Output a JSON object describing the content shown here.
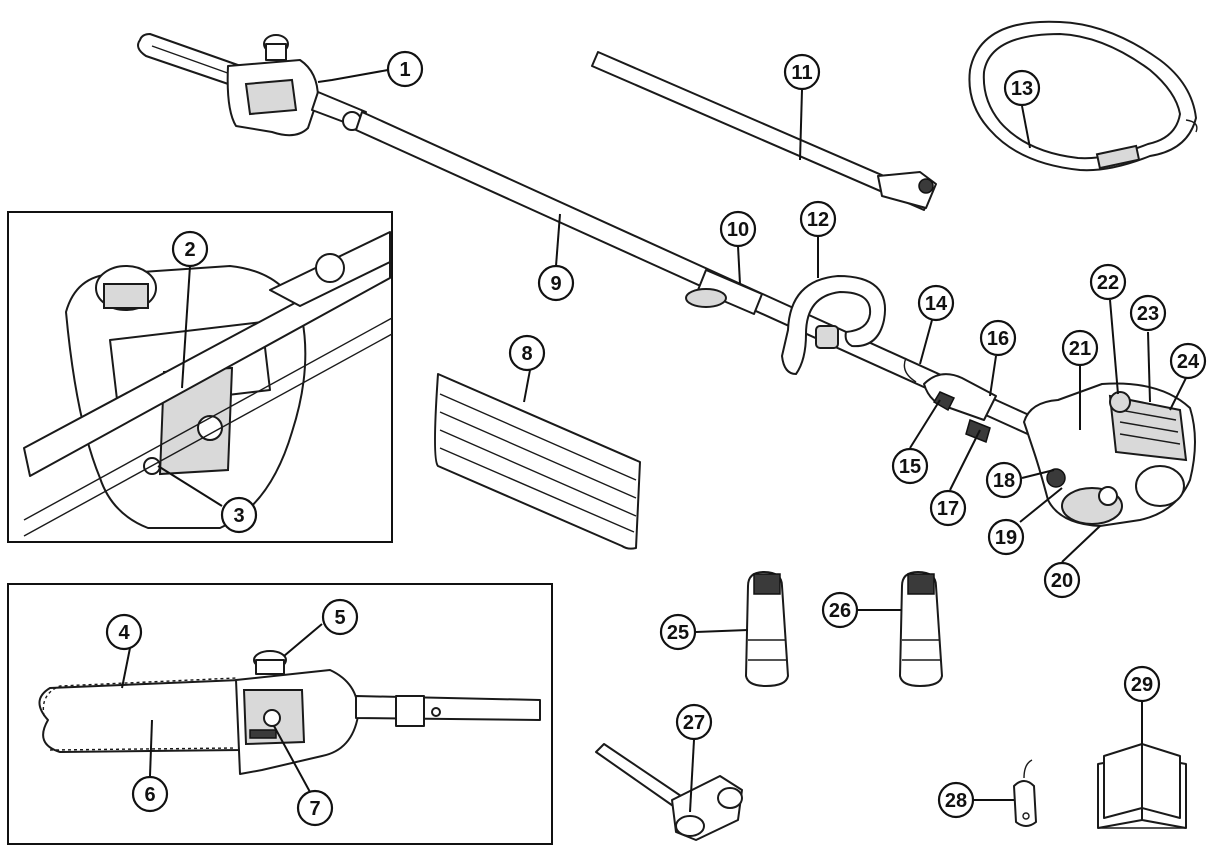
{
  "colors": {
    "line": "#111111",
    "shade": "#d9d9d9",
    "dark": "#3a3a3a",
    "background": "#ffffff"
  },
  "callouts": [
    {
      "id": "1",
      "label": "1"
    },
    {
      "id": "2",
      "label": "2"
    },
    {
      "id": "3",
      "label": "3"
    },
    {
      "id": "4",
      "label": "4"
    },
    {
      "id": "5",
      "label": "5"
    },
    {
      "id": "6",
      "label": "6"
    },
    {
      "id": "7",
      "label": "7"
    },
    {
      "id": "8",
      "label": "8"
    },
    {
      "id": "9",
      "label": "9"
    },
    {
      "id": "10",
      "label": "10"
    },
    {
      "id": "11",
      "label": "11"
    },
    {
      "id": "12",
      "label": "12"
    },
    {
      "id": "13",
      "label": "13"
    },
    {
      "id": "14",
      "label": "14"
    },
    {
      "id": "15",
      "label": "15"
    },
    {
      "id": "16",
      "label": "16"
    },
    {
      "id": "17",
      "label": "17"
    },
    {
      "id": "18",
      "label": "18"
    },
    {
      "id": "19",
      "label": "19"
    },
    {
      "id": "20",
      "label": "20"
    },
    {
      "id": "21",
      "label": "21"
    },
    {
      "id": "22",
      "label": "22"
    },
    {
      "id": "23",
      "label": "23"
    },
    {
      "id": "24",
      "label": "24"
    },
    {
      "id": "25",
      "label": "25"
    },
    {
      "id": "26",
      "label": "26"
    },
    {
      "id": "27",
      "label": "27"
    },
    {
      "id": "28",
      "label": "28"
    },
    {
      "id": "29",
      "label": "29"
    }
  ]
}
